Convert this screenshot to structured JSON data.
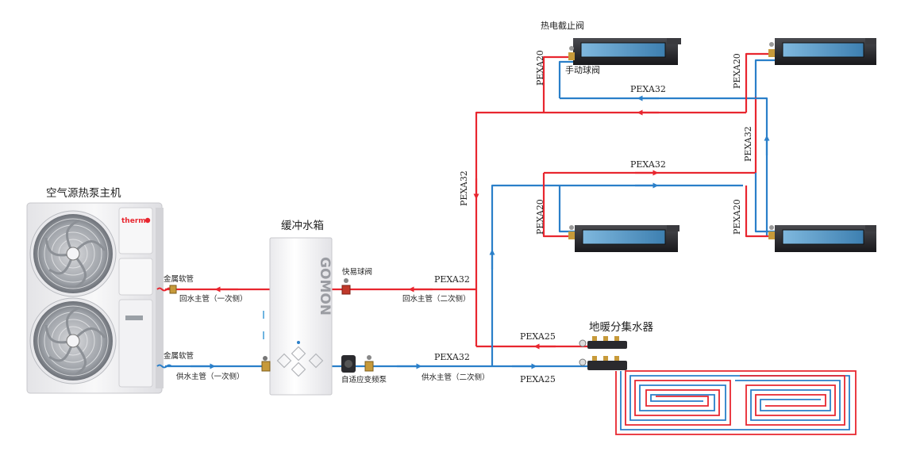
{
  "colors": {
    "supply": "#e8262f",
    "return": "#2a7fc9",
    "unit_body": "#f1f1f3",
    "fancoil_body": "#2a2a2e",
    "logo": "#e8262f"
  },
  "heat_pump": {
    "title": "空气源热泵主机",
    "logo": "therm"
  },
  "buffer_tank": {
    "title": "缓冲水箱",
    "brand": "GOMON"
  },
  "primary": {
    "return_hose_label": "金属软管",
    "return_main_label": "回水主管（一次侧）",
    "supply_hose_label": "金属软管",
    "supply_main_label": "供水主管（一次侧）"
  },
  "secondary": {
    "quick_valve_label": "快易球阀",
    "return_pipe": "PEXA32",
    "return_main_label": "回水主管（二次侧）",
    "pump_label": "自适应变频泵",
    "supply_pipe": "PEXA32",
    "supply_main_label": "供水主管（二次侧）"
  },
  "fan_coil_network": {
    "cutoff_valve_label": "热电截止阀",
    "manual_valve_label": "手动球阀",
    "branch_top_left": "PEXA20",
    "branch_top_right": "PEXA20",
    "branch_bottom_left": "PEXA20",
    "branch_bottom_right": "PEXA20",
    "upper_header": "PEXA32",
    "lower_header": "PEXA32",
    "left_riser": "PEXA32",
    "right_riser": "PEXA32"
  },
  "floor_heating": {
    "title": "地暖分集水器",
    "return_pipe": "PEXA25",
    "supply_pipe": "PEXA25"
  }
}
